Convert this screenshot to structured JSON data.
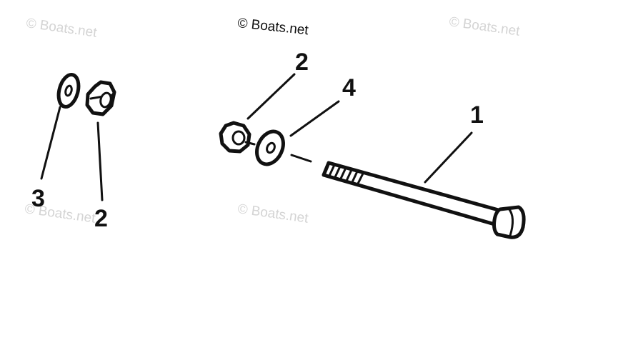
{
  "copyright": "© Boats.net",
  "watermark": "© Boats.net",
  "callouts": {
    "left_washer": "3",
    "left_nut": "2",
    "mid_nut": "2",
    "mid_washer": "4",
    "bolt": "1"
  },
  "colors": {
    "line": "#111111",
    "watermark": "#d4d4d4",
    "background": "#ffffff"
  }
}
